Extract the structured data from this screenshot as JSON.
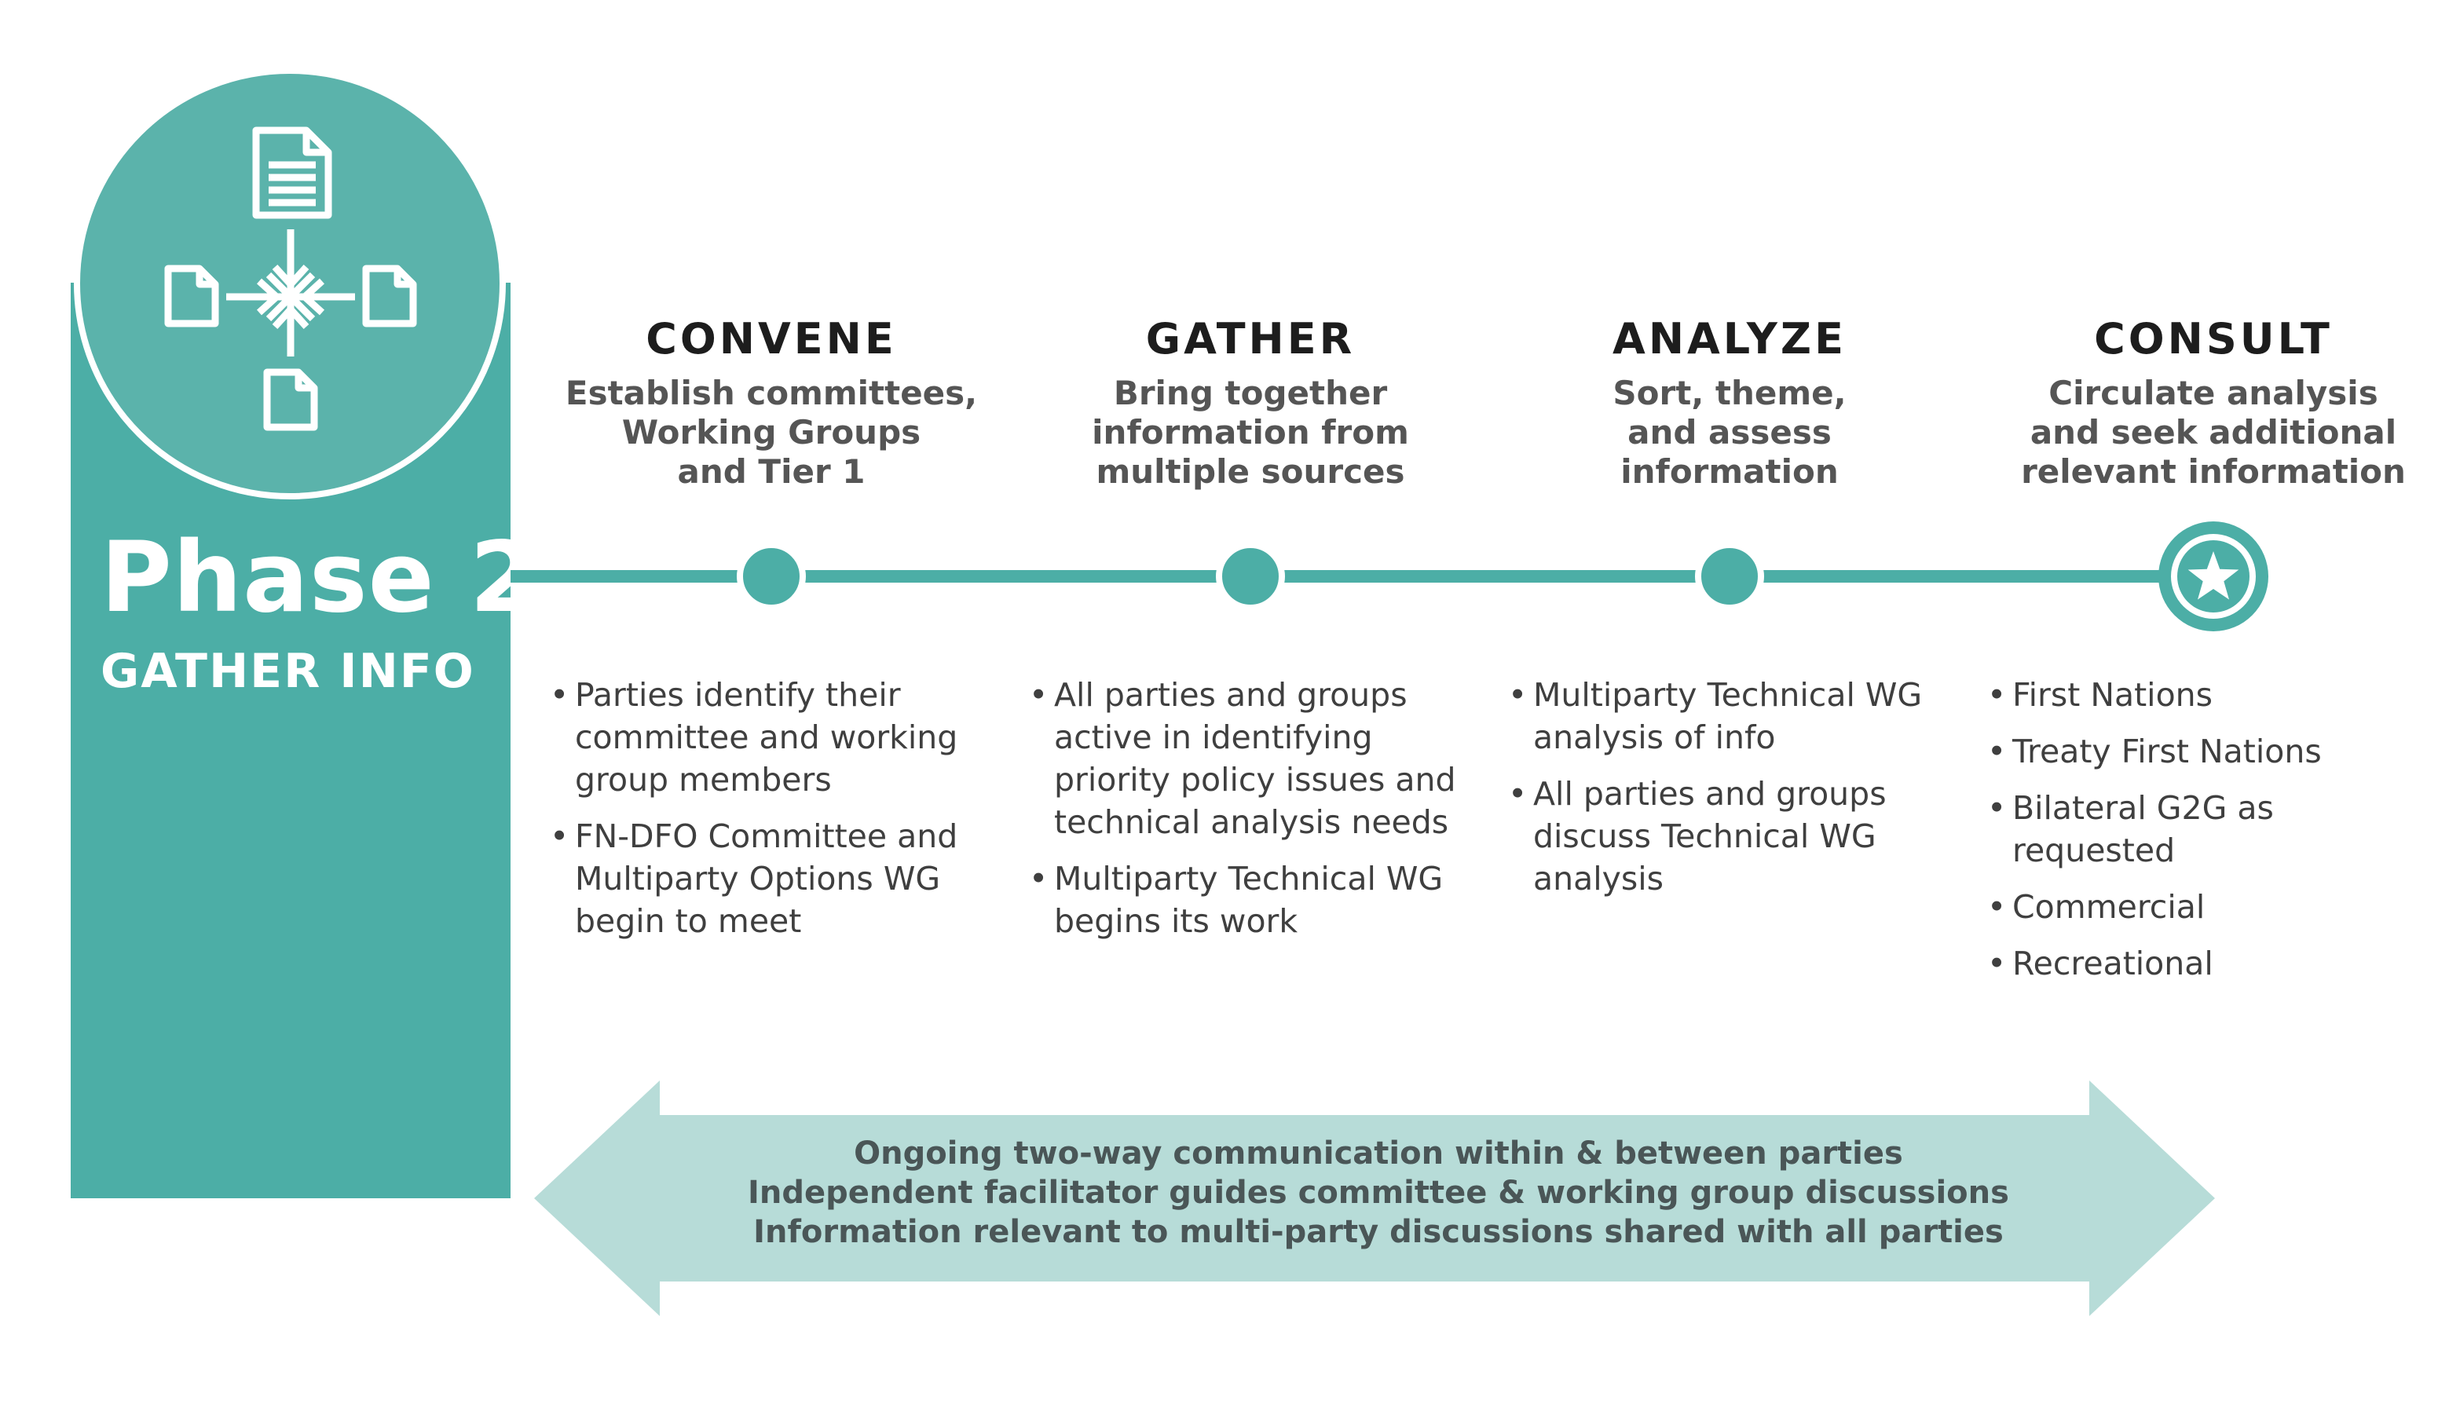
{
  "phase": {
    "title": "Phase 2",
    "subtitle": "GATHER INFO",
    "icon": "documents-converge-icon"
  },
  "stages": [
    {
      "title": "CONVENE",
      "subtitle_lines": [
        "Establish committees,",
        "Working Groups",
        "and Tier 1"
      ],
      "node": "dot",
      "bullets": [
        [
          "Parties identify their",
          "committee and working",
          "group members"
        ],
        [
          "FN-DFO Committee and",
          "Multiparty Options WG",
          "begin to meet"
        ]
      ]
    },
    {
      "title": "GATHER",
      "subtitle_lines": [
        "Bring together",
        "information from",
        "multiple sources"
      ],
      "node": "dot",
      "bullets": [
        [
          "All parties and groups",
          "active in identifying",
          "priority policy issues and",
          "technical analysis needs"
        ],
        [
          "Multiparty Technical WG",
          "begins its work"
        ]
      ]
    },
    {
      "title": "ANALYZE",
      "subtitle_lines": [
        "Sort, theme,",
        "and assess",
        "information"
      ],
      "node": "dot",
      "bullets": [
        [
          "Multiparty Technical WG",
          "analysis of info"
        ],
        [
          "All parties and groups",
          "discuss Technical WG",
          "analysis"
        ]
      ]
    },
    {
      "title": "CONSULT",
      "subtitle_lines": [
        "Circulate analysis",
        "and seek additional",
        "relevant information"
      ],
      "node": "star-icon",
      "bullets": [
        [
          "First Nations"
        ],
        [
          "Treaty First Nations"
        ],
        [
          "Bilateral G2G as",
          "requested"
        ],
        [
          "Commercial"
        ],
        [
          "Recreational"
        ]
      ]
    }
  ],
  "arrow": {
    "lines": [
      "Ongoing two-way communication within & between parties",
      "Independent facilitator guides committee & working group discussions",
      "Information relevant to multi-party discussions shared with all parties"
    ]
  },
  "colors": {
    "teal": "#4caea6",
    "teal_light": "#5bb3ab",
    "arrow_fill": "#b7dcd8",
    "heading": "#1d1d1d",
    "body": "#3f3f3f"
  }
}
